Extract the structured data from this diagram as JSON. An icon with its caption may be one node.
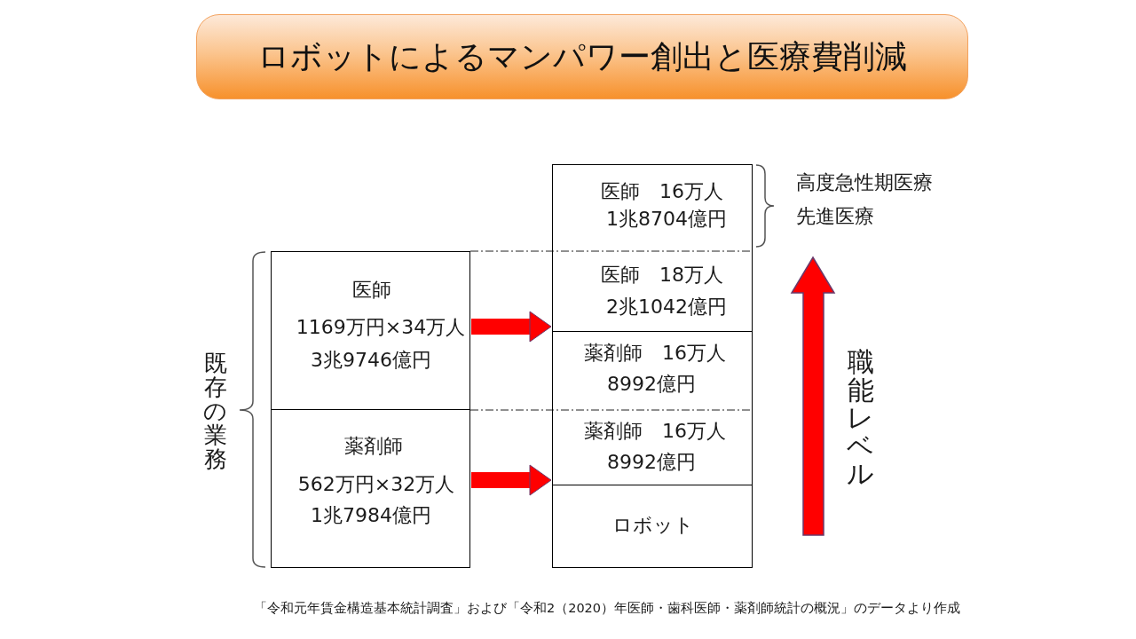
{
  "diagram": {
    "title": "ロボットによるマンパワー創出と医療費削減",
    "caption": "「令和元年賃金構造基本統計調査」および「令和2（2020）年医師・歯科医師・薬剤師統計の概況」のデータより作成",
    "nodes": [
      {
        "text": [
          "医師",
          "1169万円×34万人",
          "3兆9746億円"
        ]
      },
      {
        "text": [
          "薬剤師",
          "562万円×32万人",
          "1兆7984億円"
        ]
      },
      {
        "text": [
          "医師　16万人",
          "1兆8704億円"
        ],
        "beside": [
          "高度急性期医療",
          "先進医療"
        ]
      },
      {
        "text": [
          "医師　18万人",
          "2兆1042億円"
        ]
      },
      {
        "text": [
          "薬剤師　16万人",
          "8992億円"
        ]
      },
      {
        "text": [
          "薬剤師　16万人",
          "8992億円"
        ]
      },
      {
        "text": [
          "ロボット"
        ]
      }
    ],
    "edges": [
      {
        "from": 0,
        "to": 3,
        "arrow": "to"
      },
      {
        "from": 1,
        "to": 5,
        "arrow": "to"
      }
    ],
    "labels": [
      "既存の業務",
      "職能レベル"
    ]
  }
}
